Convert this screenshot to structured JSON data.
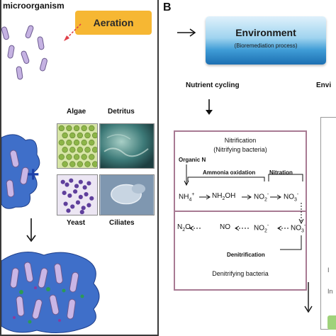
{
  "panel_b_label": "B",
  "panel_a": {
    "micro_title": "microorganism",
    "aeration": "Aeration",
    "plus": "+",
    "thumbs": [
      {
        "label": "Algae",
        "color": "#9cc05a"
      },
      {
        "label": "Detritus",
        "color": "#3d7a78"
      },
      {
        "label": "Yeast",
        "color": "#6a4fa3"
      },
      {
        "label": "Ciliates",
        "color": "#a9b8c8"
      }
    ],
    "floc_color": "#3f6fc9",
    "cell_color": "#b8a4d8"
  },
  "panel_b": {
    "env_title": "Environment",
    "env_sub": "(Bioremediation process)",
    "nutrient_cycling": "Nutrient cycling",
    "envi_partial": "Envi",
    "nitrification_title": "Nitrification",
    "nitrification_sub": "(Nitrifying bacteria)",
    "organic_n": "Organic N",
    "ammonia_oxidation": "Ammonia oxidation",
    "nitration": "Nitration",
    "denitrification": "Denitrification",
    "denitrifying_bacteria": "Denitrifying bacteria",
    "chem_top": [
      {
        "base": "NH",
        "sub": "4",
        "sup": "+"
      },
      {
        "base": "NH",
        "sub": "2",
        "rest": "OH"
      },
      {
        "base": "NO",
        "sub": "2",
        "sup": "-"
      },
      {
        "base": "NO",
        "sub": "3",
        "sup": "-"
      }
    ],
    "chem_bottom": [
      {
        "base": "N",
        "sub": "2",
        "rest": "O"
      },
      {
        "base": "NO"
      },
      {
        "base": "NO",
        "sub": "2",
        "sup": "-"
      },
      {
        "base": "NO",
        "sub": "3",
        "sup": "-"
      }
    ],
    "right_partial": "In",
    "right_partial2": "I"
  }
}
